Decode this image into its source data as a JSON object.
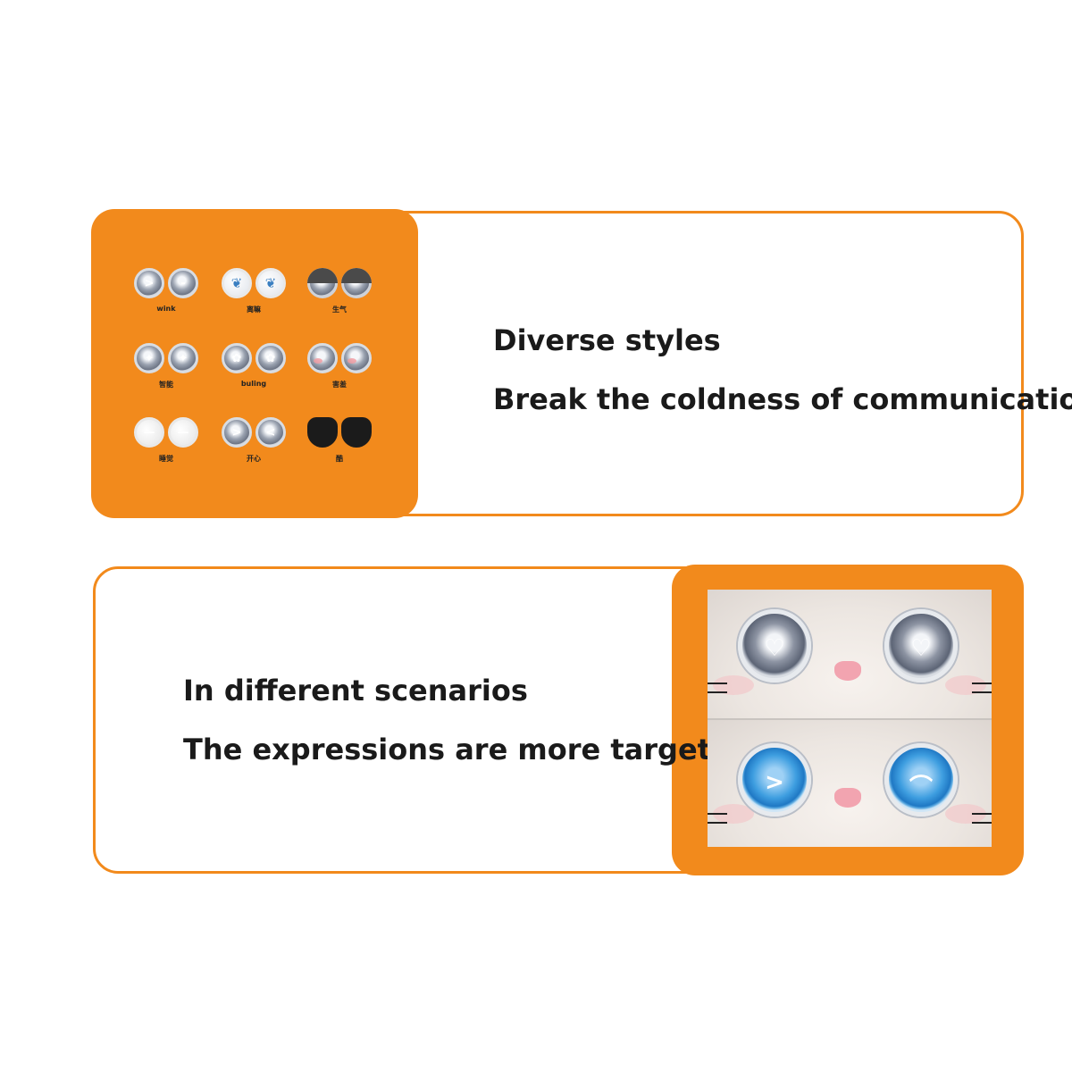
{
  "section1": {
    "title": "Diverse styles",
    "subtitle": "Break the coldness of communication",
    "expressions": [
      {
        "label": "wink",
        "glyphs": [
          ">",
          "-"
        ],
        "style": "grey"
      },
      {
        "label": "离嘛",
        "glyphs": [
          "fish",
          "fish"
        ],
        "style": "fish"
      },
      {
        "label": "生气",
        "glyphs": [
          "",
          ""
        ],
        "style": "angry"
      },
      {
        "label": "智能",
        "glyphs": [
          "✦",
          "✦"
        ],
        "style": "grey"
      },
      {
        "label": "buling",
        "glyphs": [
          "✿",
          "✿"
        ],
        "style": "grey"
      },
      {
        "label": "害羞",
        "glyphs": [
          "",
          ""
        ],
        "style": "blush"
      },
      {
        "label": "睡觉",
        "glyphs": [
          "—",
          "—"
        ],
        "style": "white"
      },
      {
        "label": "开心",
        "glyphs": [
          ">",
          "<"
        ],
        "style": "grey"
      },
      {
        "label": "酷",
        "glyphs": [
          "",
          ""
        ],
        "style": "sun"
      }
    ]
  },
  "section2": {
    "title": "In different scenarios",
    "subtitle": "The expressions are more targeted",
    "photo": {
      "top_eyes": [
        "♡",
        "♡"
      ],
      "bottom_eyes": [
        ">",
        "⌒"
      ]
    }
  },
  "colors": {
    "accent": "#f28a1c",
    "text": "#1a1a1a",
    "nose": "#f2a4b0",
    "blue_eye": "#3e9ee0"
  }
}
